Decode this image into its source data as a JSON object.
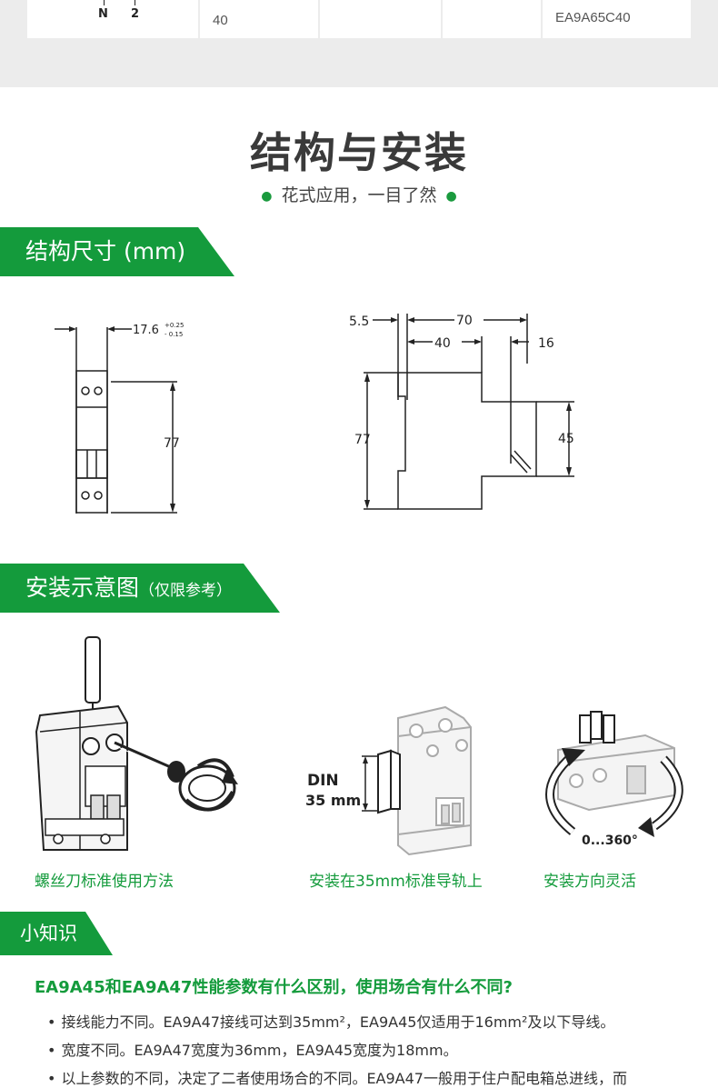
{
  "top_table": {
    "pins": [
      "N",
      "2"
    ],
    "value_1": "40",
    "value_2": "EA9A65C40"
  },
  "heading": {
    "title": "结构与安装",
    "subtitle": "花式应用，一目了然"
  },
  "sections": {
    "dimensions": "结构尺寸 (mm)",
    "install_main": "安装示意图",
    "install_note": "（仅限参考）",
    "tips": "小知识"
  },
  "dimensions": {
    "front": {
      "width": "17.6",
      "tol_plus": "+0.25",
      "tol_minus": "- 0.15",
      "height": "77"
    },
    "side": {
      "d1": "5.5",
      "d2": "70",
      "d3": "40",
      "d4": "16",
      "h1": "77",
      "h2": "45"
    }
  },
  "install": {
    "din_label_1": "DIN",
    "din_label_2": "35 mm",
    "rotation_label": "0...360°",
    "captions": [
      "螺丝刀标准使用方法",
      "安装在35mm标准导轨上",
      "安装方向灵活"
    ]
  },
  "tips": {
    "question": "EA9A45和EA9A47性能参数有什么区别，使用场合有什么不同?",
    "bullets": [
      "接线能力不同。EA9A47接线可达到35mm²，EA9A45仅适用于16mm²及以下导线。",
      "宽度不同。EA9A47宽度为36mm，EA9A45宽度为18mm。",
      "以上参数的不同，决定了二者使用场合的不同。EA9A47一般用于住户配电箱总进线，而"
    ]
  },
  "colors": {
    "accent": "#149b3c",
    "band": "#ececec"
  }
}
